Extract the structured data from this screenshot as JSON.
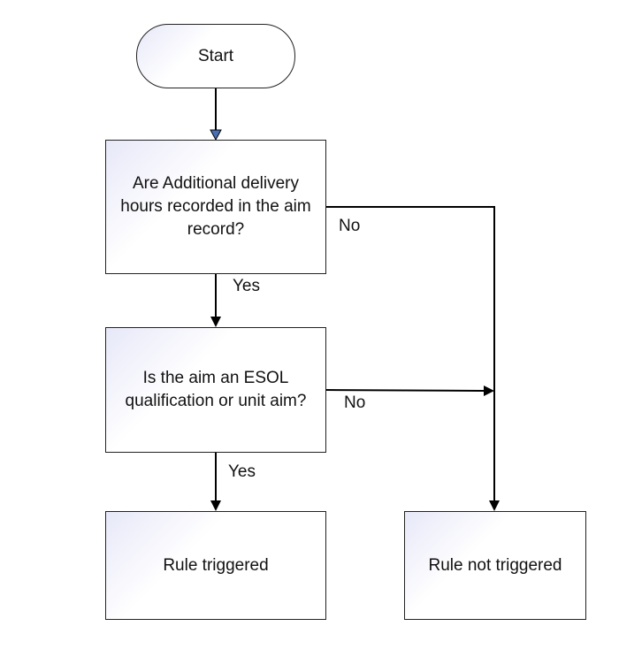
{
  "nodes": {
    "start": "Start",
    "question_hours": "Are Additional delivery hours recorded in the aim record?",
    "question_esol": "Is the aim an ESOL qualification or unit aim?",
    "rule_triggered": "Rule triggered",
    "rule_not_triggered": "Rule not triggered"
  },
  "edges": {
    "hours_yes": "Yes",
    "hours_no": "No",
    "esol_yes": "Yes",
    "esol_no": "No"
  },
  "colors": {
    "stroke": "#000000",
    "start_arrowhead": "#4a6fb5",
    "node_gradient": "#e7e8f8"
  }
}
